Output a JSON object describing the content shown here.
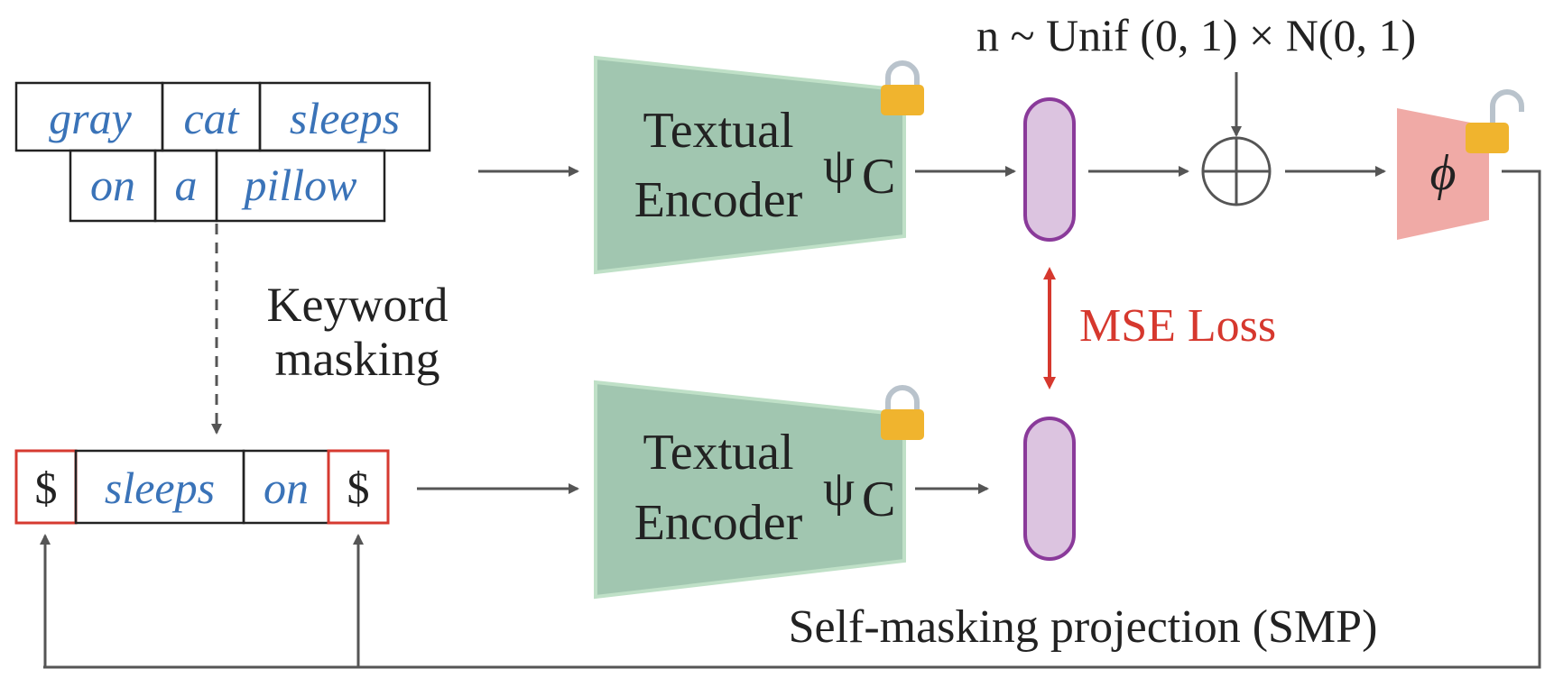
{
  "noise_formula": "n ~ Unif (0, 1) × N(0, 1)",
  "input_caption": {
    "row1": [
      "gray",
      "cat",
      "sleeps"
    ],
    "row2": [
      "on",
      "a",
      "pillow"
    ]
  },
  "masked_caption": [
    "$",
    "sleeps",
    "on",
    "$"
  ],
  "keyword_masking": {
    "line1": "Keyword",
    "line2": "masking"
  },
  "encoder_top": {
    "line1": "Textual",
    "line2": "Encoder",
    "symbol": "ψ",
    "subscript": "C"
  },
  "encoder_bottom": {
    "line1": "Textual",
    "line2": "Encoder",
    "symbol": "ψ",
    "subscript": "C"
  },
  "projector_symbol": "ϕ",
  "loss_label": "MSE Loss",
  "smp_label": "Self-masking projection (SMP)",
  "colors": {
    "encoder": "#a1c6b0",
    "encoder_edge": "#bfe0c7",
    "embedding_fill": "#dcc4e0",
    "embedding_stroke": "#8a3a9a",
    "projector": "#f0aaa6",
    "loss": "#d6382e",
    "word": "#3a73b8",
    "mask_box": "#d63a30",
    "lock": "#f0b42e",
    "arrow": "#555555"
  }
}
